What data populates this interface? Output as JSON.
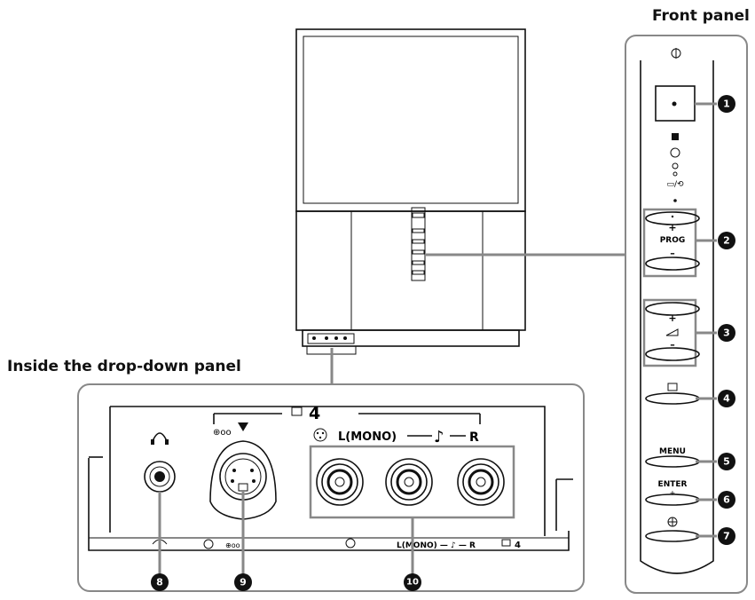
{
  "titles": {
    "front_panel": "Front panel",
    "drop_down": "Inside the drop-down panel"
  },
  "front_panel_labels": {
    "prog": "PROG",
    "plus": "+",
    "minus": "–",
    "vol_plus": "+",
    "vol_minus": "–",
    "menu": "MENU",
    "enter": "ENTER"
  },
  "drop_down_labels": {
    "input_number": "4",
    "l_mono": "L(MONO)",
    "r": "R",
    "bottom_strip_lr": "L(MONO) — ♪ — R",
    "bottom_strip_4": "4"
  },
  "callouts": [
    "1",
    "2",
    "3",
    "4",
    "5",
    "6",
    "7",
    "8",
    "9",
    "10"
  ]
}
